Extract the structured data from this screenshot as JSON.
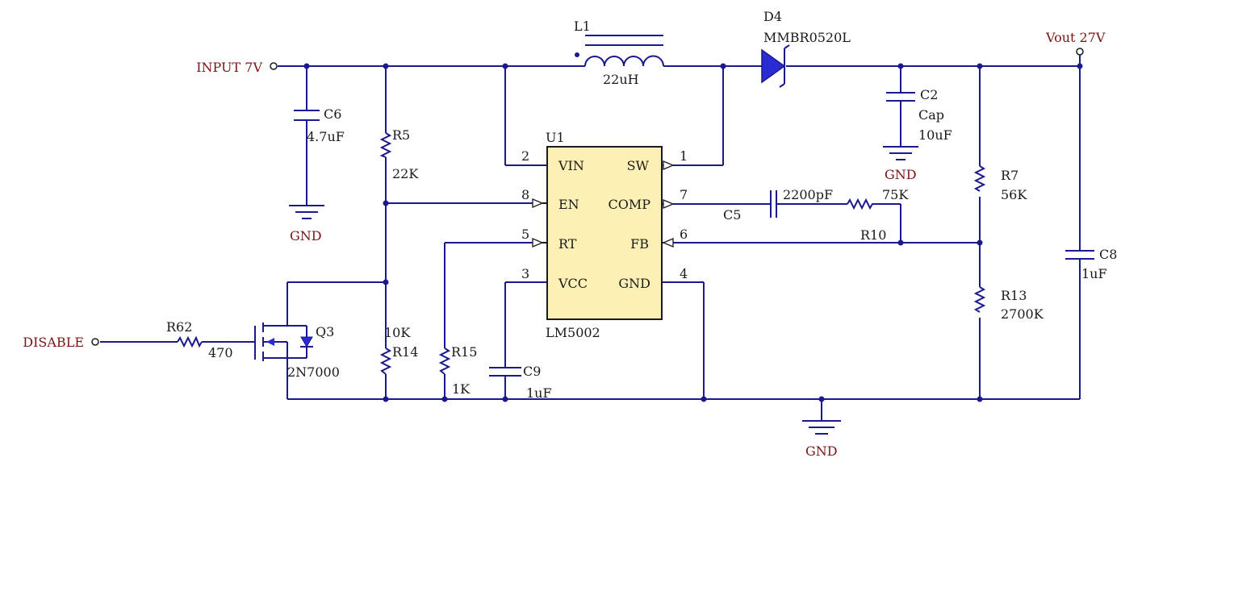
{
  "nets": {
    "input": "INPUT 7V",
    "vout": "Vout 27V",
    "disable": "DISABLE",
    "gnd_c6": "GND",
    "gnd_c2": "GND",
    "gnd_main": "GND"
  },
  "components": {
    "l1": {
      "ref": "L1",
      "value": "22uH"
    },
    "d4": {
      "ref": "D4",
      "value": "MMBR0520L"
    },
    "c6": {
      "ref": "C6",
      "value": "4.7uF"
    },
    "c2": {
      "ref": "C2",
      "type": "Cap",
      "value": "10uF"
    },
    "r5": {
      "ref": "R5",
      "value": "22K"
    },
    "u1": {
      "ref": "U1",
      "part": "LM5002"
    },
    "c5": {
      "ref": "C5",
      "value": "2200pF"
    },
    "r10": {
      "ref": "R10",
      "value": "75K"
    },
    "r7": {
      "ref": "R7",
      "value": "56K"
    },
    "r13": {
      "ref": "R13",
      "value": "2700K"
    },
    "c8": {
      "ref": "C8",
      "value": "1uF"
    },
    "r62": {
      "ref": "R62",
      "value": "470"
    },
    "q3": {
      "ref": "Q3",
      "part": "2N7000"
    },
    "r14": {
      "ref": "R14",
      "value": "10K"
    },
    "r15": {
      "ref": "R15",
      "value": "1K"
    },
    "c9": {
      "ref": "C9",
      "value": "1uF"
    }
  },
  "u1_pins": {
    "vin": {
      "num": "2",
      "name": "VIN"
    },
    "sw": {
      "num": "1",
      "name": "SW"
    },
    "en": {
      "num": "8",
      "name": "EN"
    },
    "comp": {
      "num": "7",
      "name": "COMP"
    },
    "rt": {
      "num": "5",
      "name": "RT"
    },
    "fb": {
      "num": "6",
      "name": "FB"
    },
    "vcc": {
      "num": "3",
      "name": "VCC"
    },
    "gnd": {
      "num": "4",
      "name": "GND"
    }
  },
  "colors": {
    "wire": "#1a1a8c",
    "net_label": "#7a1414",
    "ic_fill": "#fdf0b4",
    "text": "#1a1a1a"
  }
}
